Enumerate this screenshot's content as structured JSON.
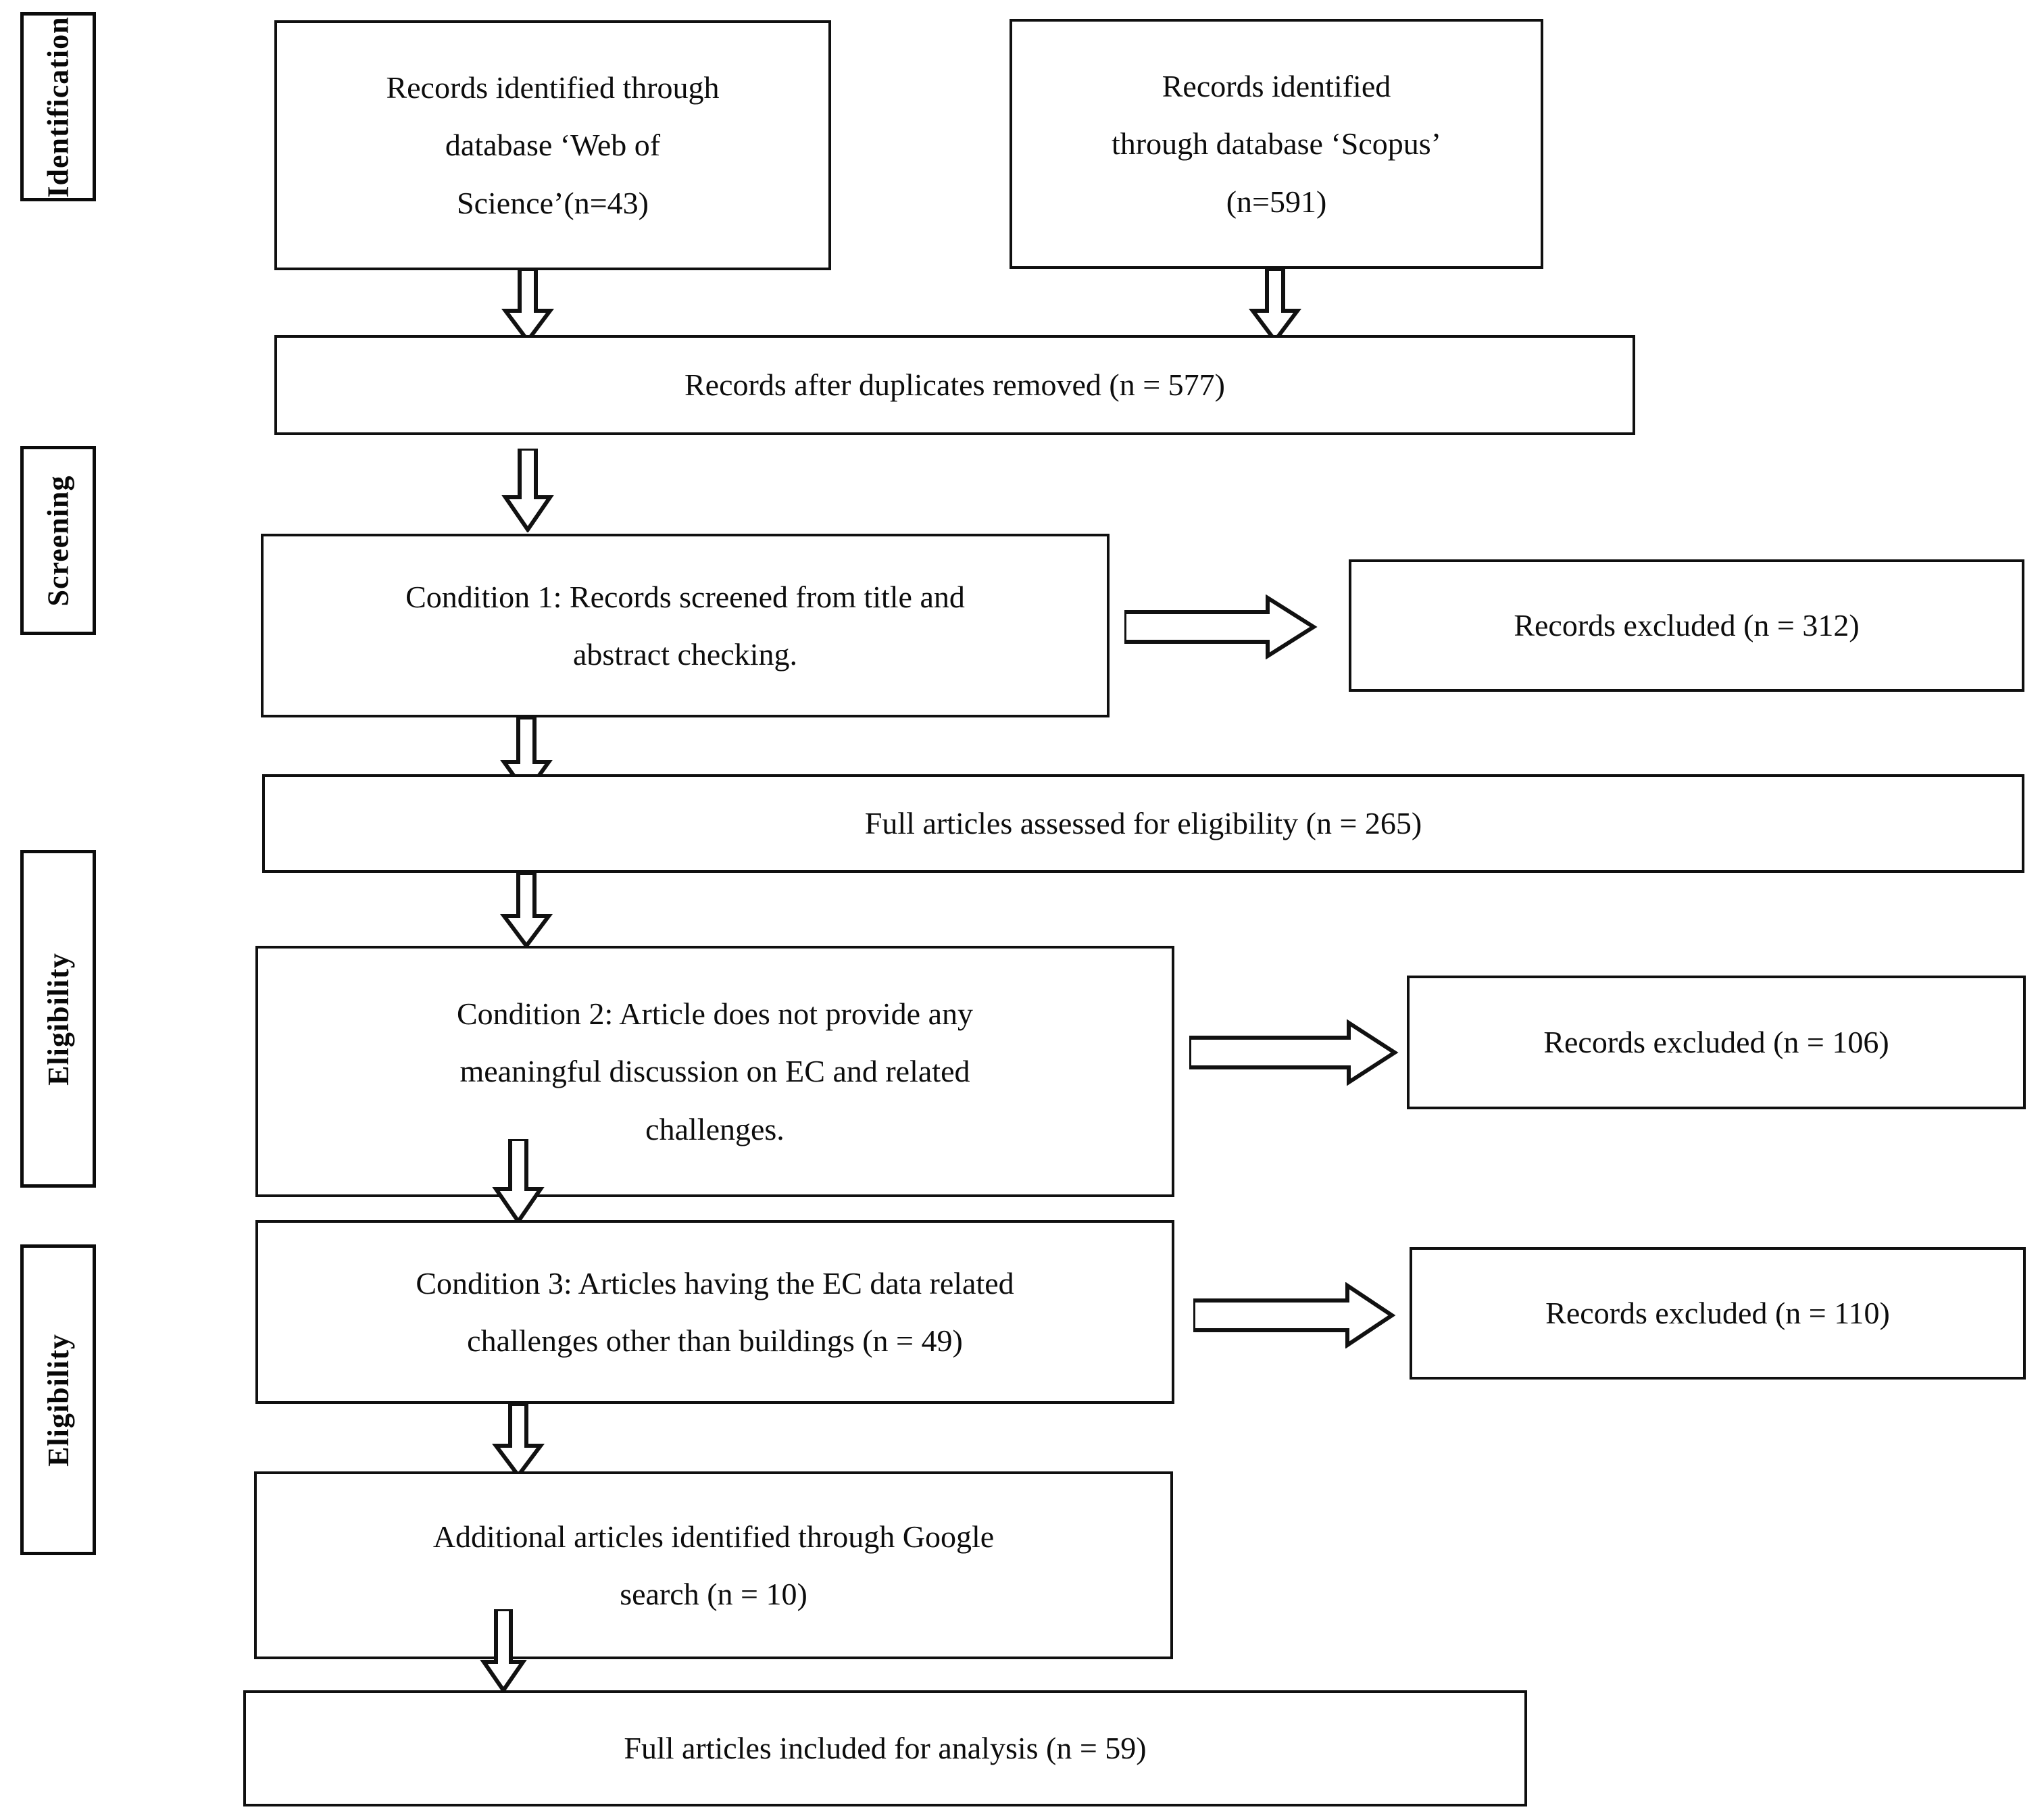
{
  "diagram": {
    "title": "PRISMA flow diagram",
    "stages": [
      {
        "id": "identification",
        "label": "Identification"
      },
      {
        "id": "screening",
        "label": "Screening"
      },
      {
        "id": "eligibility-1",
        "label": "Eligibility"
      },
      {
        "id": "eligibility-2",
        "label": "Eligibility"
      }
    ],
    "nodes": {
      "wos": {
        "lines": [
          "Records identified through",
          "database ‘Web of",
          "Science’(n=43)"
        ]
      },
      "scopus": {
        "lines": [
          "Records identified",
          "through database ‘Scopus’",
          "(n=591)"
        ]
      },
      "duplicates_removed": {
        "lines": [
          "Records after duplicates removed (n = 577)"
        ]
      },
      "condition1": {
        "lines": [
          "Condition 1: Records screened from title and",
          "abstract checking."
        ]
      },
      "excluded1": {
        "lines": [
          "Records excluded (n = 312)"
        ]
      },
      "full_assessed": {
        "lines": [
          "Full articles assessed for eligibility (n = 265)"
        ]
      },
      "condition2": {
        "lines": [
          "Condition 2: Article  does not provide any",
          "meaningful discussion on EC and related",
          "challenges."
        ]
      },
      "excluded2": {
        "lines": [
          "Records excluded (n = 106)"
        ]
      },
      "condition3": {
        "lines": [
          "Condition 3: Articles having the EC data related",
          "challenges other than buildings (n = 49)"
        ]
      },
      "excluded3": {
        "lines": [
          "Records excluded (n = 110)"
        ]
      },
      "google": {
        "lines": [
          "Additional articles identified through Google",
          "search (n = 10)"
        ]
      },
      "included": {
        "lines": [
          "Full articles included for analysis (n = 59)"
        ]
      }
    },
    "counts": {
      "web_of_science": 43,
      "scopus": 591,
      "after_duplicates": 577,
      "excluded_screening": 312,
      "full_assessed": 265,
      "excluded_eligibility_1": 106,
      "condition3_articles": 49,
      "excluded_eligibility_2": 110,
      "google_additional": 10,
      "included_final": 59
    },
    "colors": {
      "border": "#101010",
      "background": "#ffffff",
      "text": "#0d0d0d"
    }
  }
}
